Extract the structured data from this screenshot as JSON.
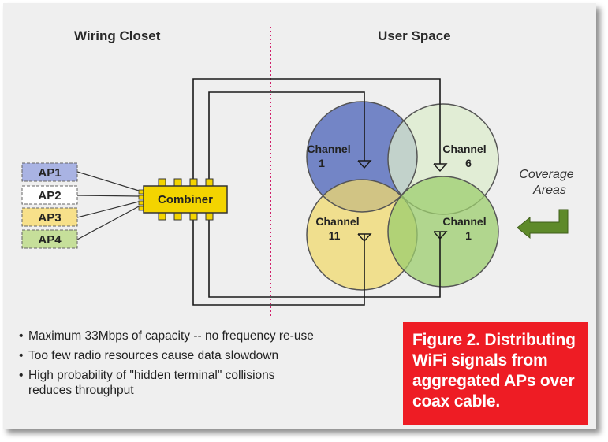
{
  "headers": {
    "left": "Wiring Closet",
    "right": "User Space"
  },
  "aps": [
    {
      "label": "AP1",
      "fill": "#a9b3e3"
    },
    {
      "label": "AP2",
      "fill": "#ffffff"
    },
    {
      "label": "AP3",
      "fill": "#f7e08a"
    },
    {
      "label": "AP4",
      "fill": "#c6df9a"
    }
  ],
  "combiner": {
    "label": "Combiner",
    "fill": "#f3d400"
  },
  "channels": [
    {
      "word": "Channel",
      "num": "1",
      "fill": "#4a61b8"
    },
    {
      "word": "Channel",
      "num": "6",
      "fill": "#dceccc"
    },
    {
      "word": "Channel",
      "num": "11",
      "fill": "#f0da6e"
    },
    {
      "word": "Channel",
      "num": "1",
      "fill": "#9ccd6e"
    }
  ],
  "coverage": {
    "line1": "Coverage",
    "line2": "Areas",
    "arrow_color": "#5e8a2a"
  },
  "bullets": [
    {
      "text": "Maximum 33Mbps of capacity -- no frequency re-use"
    },
    {
      "text": "Too few radio resources cause data slowdown"
    },
    {
      "text": "High probability of \"hidden terminal\" collisions reduces throughput"
    }
  ],
  "caption": {
    "text": "Figure 2. Distributing WiFi signals from aggregated APs over coax cable."
  },
  "colors": {
    "divider": "#d0206a",
    "caption_bg": "#ee1c24"
  }
}
